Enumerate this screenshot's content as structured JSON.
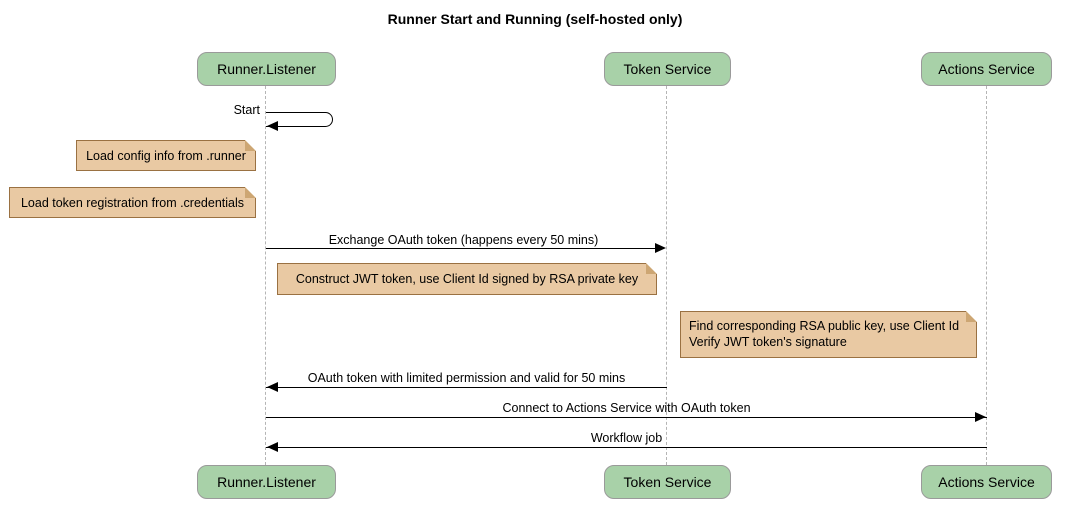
{
  "title": "Runner Start and Running (self-hosted only)",
  "actors": [
    {
      "id": "runner-listener",
      "label": "Runner.Listener"
    },
    {
      "id": "token-service",
      "label": "Token Service"
    },
    {
      "id": "actions-service",
      "label": "Actions Service"
    }
  ],
  "self_message": {
    "actor": "Runner.Listener",
    "label": "Start"
  },
  "notes": [
    {
      "over": "Runner.Listener",
      "label": "Load config info from .runner"
    },
    {
      "over": "Runner.Listener",
      "label": "Load token registration from .credentials"
    },
    {
      "over": "Token Service",
      "label": "Construct JWT token, use Client Id signed by RSA private key"
    },
    {
      "over": "Actions Service",
      "line1": "Find corresponding RSA public key, use Client Id",
      "line2": "Verify JWT token's signature"
    }
  ],
  "messages": [
    {
      "from": "Runner.Listener",
      "to": "Token Service",
      "label": "Exchange OAuth token (happens every 50 mins)"
    },
    {
      "from": "Token Service",
      "to": "Runner.Listener",
      "label": "OAuth token with limited permission and valid for 50 mins"
    },
    {
      "from": "Runner.Listener",
      "to": "Actions Service",
      "label": "Connect to Actions Service with OAuth token"
    },
    {
      "from": "Actions Service",
      "to": "Runner.Listener",
      "label": "Workflow job"
    }
  ],
  "colors": {
    "actor_fill": "#a8d1a8",
    "actor_border": "#9a9a9a",
    "note_fill": "#e9c9a3",
    "note_border": "#9a7142",
    "note_fold": "#cda673",
    "lifeline": "#b5b5b5",
    "message_line": "#000000",
    "background": "#ffffff",
    "text": "#000000"
  }
}
